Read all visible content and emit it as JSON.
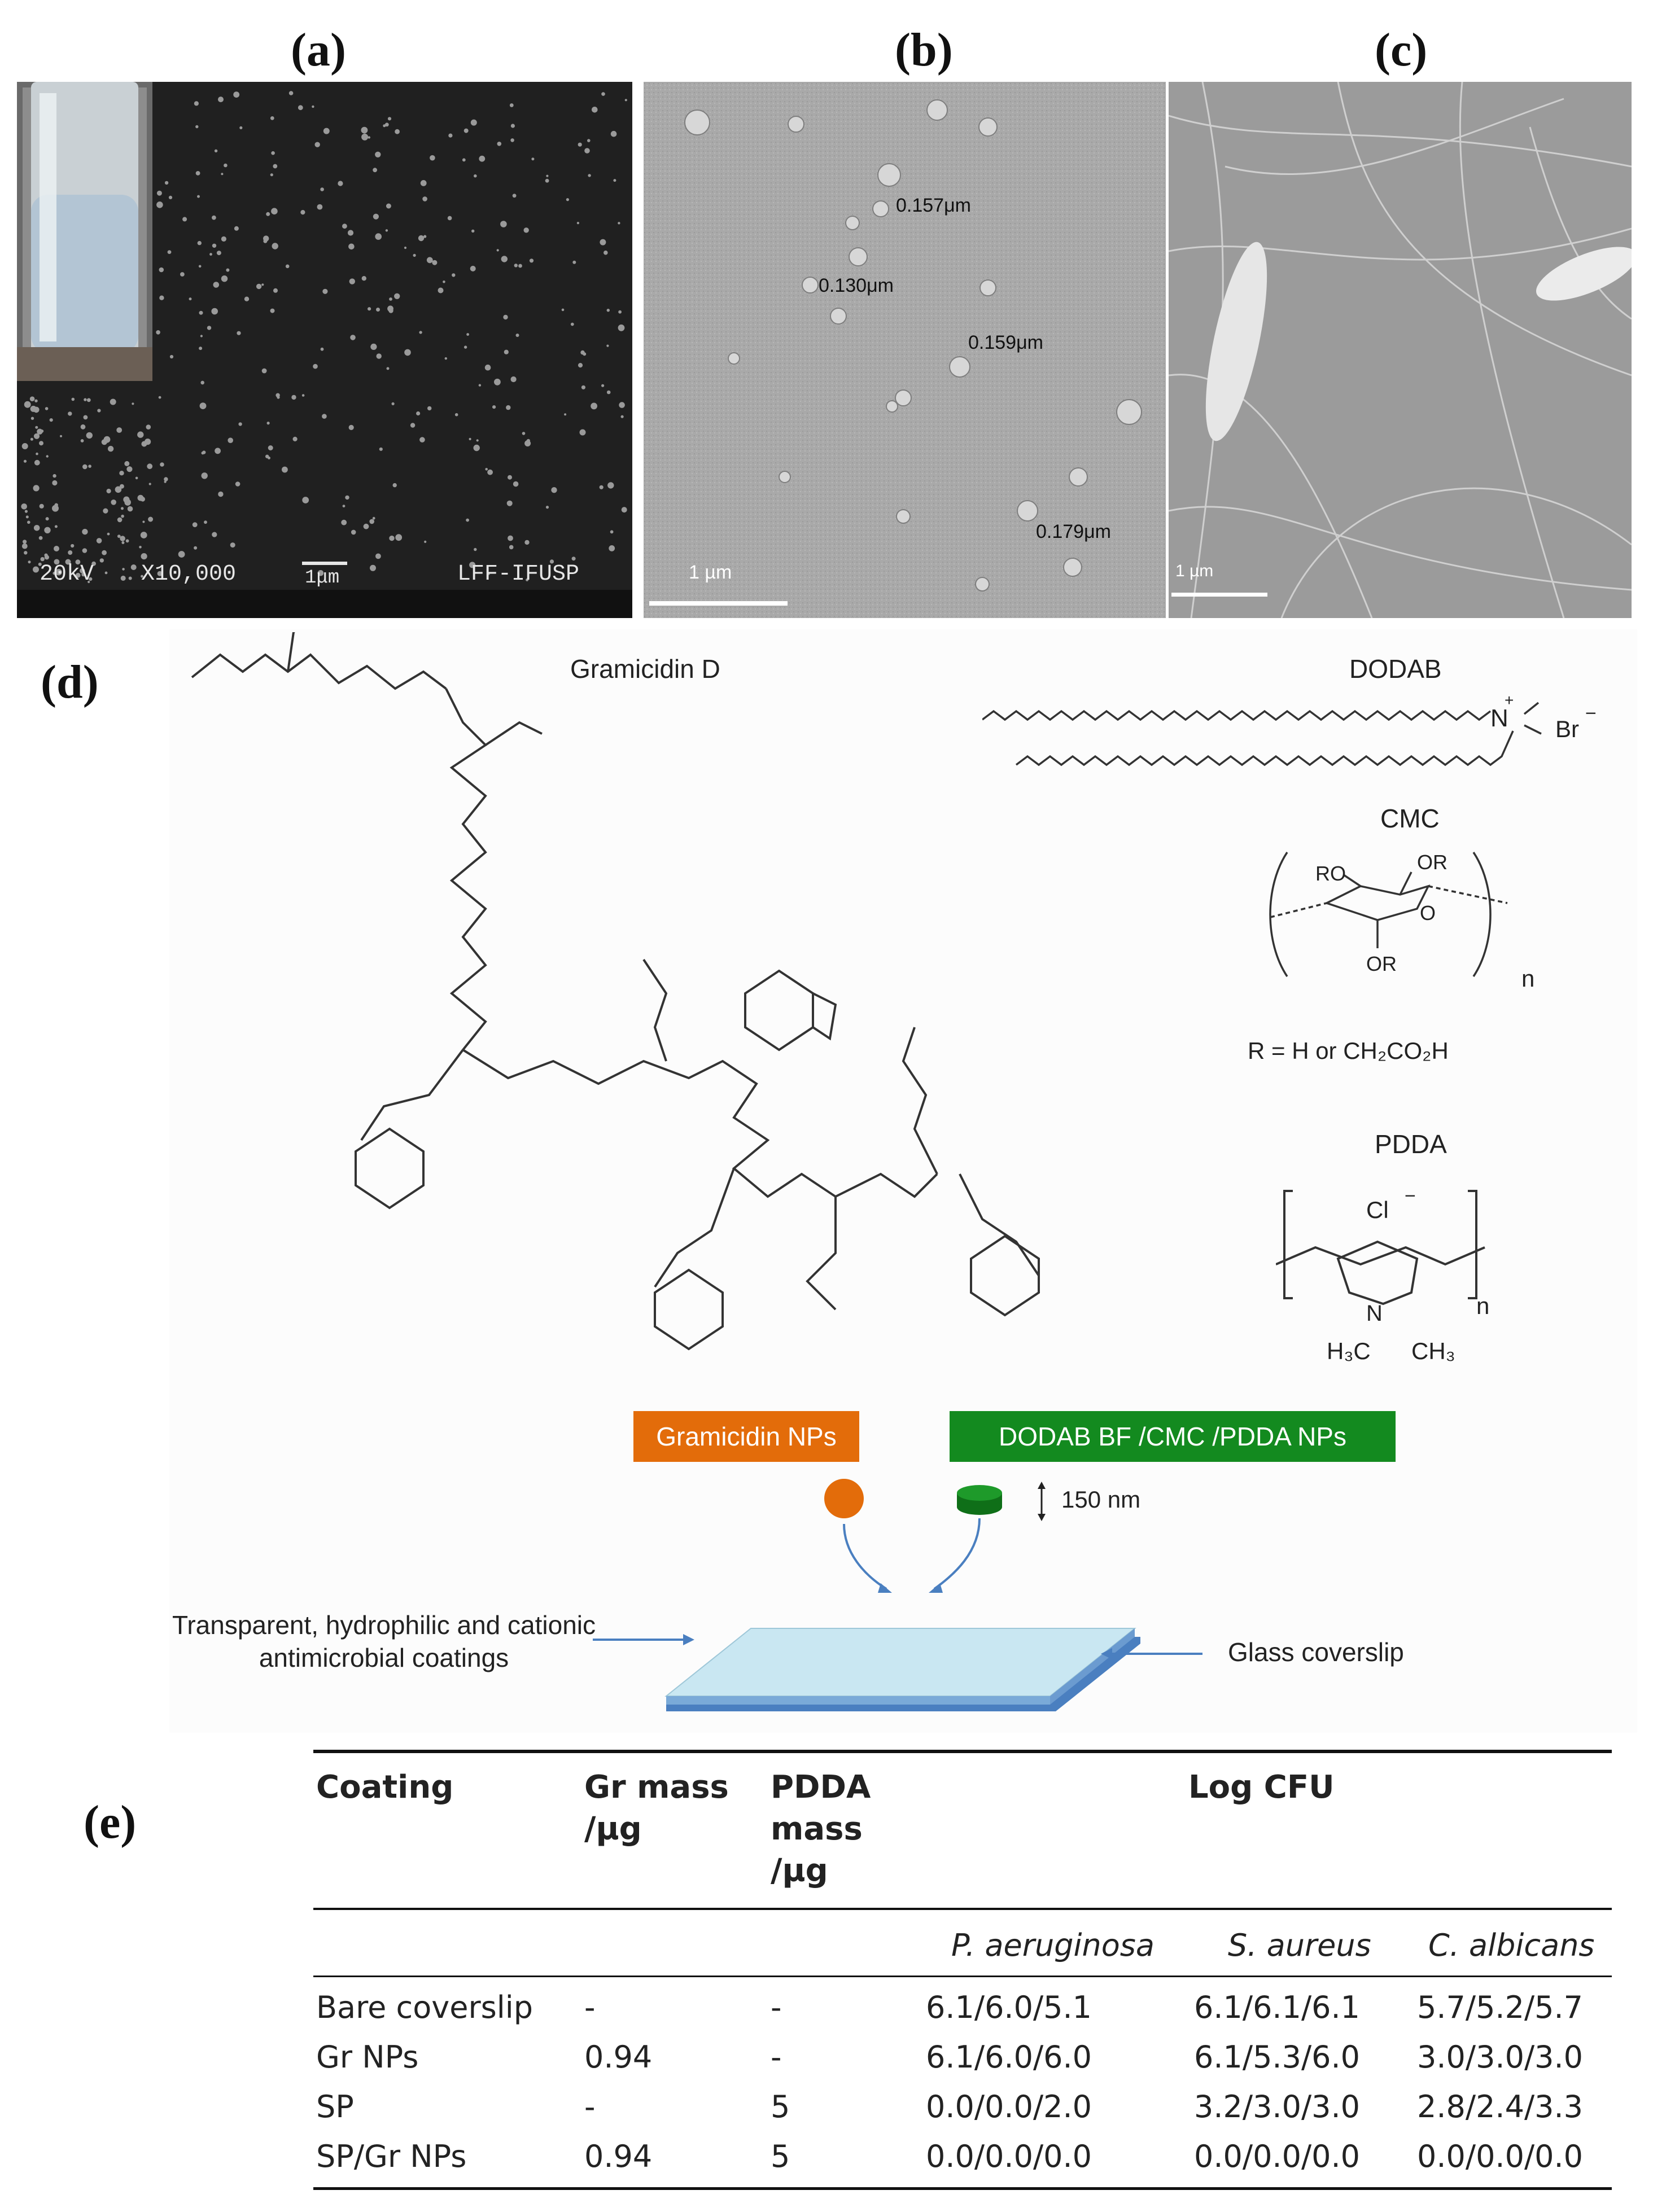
{
  "panels": {
    "a": {
      "label": "(a)",
      "sem_voltage": "20kV",
      "sem_mag": "X10,000",
      "sem_scale": "1μm",
      "sem_lab": "LFF-IFUSP"
    },
    "b": {
      "label": "(b)",
      "scale": "1 µm",
      "measurements": [
        "0.157μm",
        "0.130μm",
        "0.159μm",
        "0.179μm"
      ]
    },
    "c": {
      "label": "(c)",
      "scale": "1 µm"
    },
    "d": {
      "label": "(d)"
    },
    "e": {
      "label": "(e)"
    }
  },
  "chemistry": {
    "gramicidin_title": "Gramicidin D",
    "dodab_title": "DODAB",
    "dodab_counter": "Br",
    "cmc_title": "CMC",
    "cmc_r": "R = H  or  CH₂CO₂H",
    "pdda_title": "PDDA",
    "pdda_counter": "Cl",
    "pdda_h3c": "H₃C",
    "pdda_ch3": "CH₃",
    "repeat_n": "n"
  },
  "schematic": {
    "gramicidin_nps": "Gramicidin NPs",
    "dodab_nps": "DODAB BF /CMC /PDDA NPs",
    "thickness": "150 nm",
    "coating_label": "Transparent, hydrophilic and cationic antimicrobial coatings",
    "coverslip_label": "Glass coverslip",
    "colors": {
      "orange": "#e36c0a",
      "green": "#138a1f",
      "glass_top": "#c9e7f2",
      "glass_edge": "#4a7fc0"
    }
  },
  "table": {
    "headers": {
      "coating": "Coating",
      "gr_mass": "Gr mass /µg",
      "pdda_mass": "PDDA mass /µg",
      "log_cfu": "Log CFU"
    },
    "organisms": [
      "P. aeruginosa",
      "S. aureus",
      "C. albicans"
    ],
    "rows": [
      {
        "coating": "Bare coverslip",
        "gr": "-",
        "pdda": "-",
        "pa": "6.1/6.0/5.1",
        "sa": "6.1/6.1/6.1",
        "ca": "5.7/5.2/5.7"
      },
      {
        "coating": "Gr NPs",
        "gr": "0.94",
        "pdda": "-",
        "pa": "6.1/6.0/6.0",
        "sa": "6.1/5.3/6.0",
        "ca": "3.0/3.0/3.0"
      },
      {
        "coating": "SP",
        "gr": "-",
        "pdda": "5",
        "pa": "0.0/0.0/2.0",
        "sa": "3.2/3.0/3.0",
        "ca": "2.8/2.4/3.3"
      },
      {
        "coating": "SP/Gr NPs",
        "gr": "0.94",
        "pdda": "5",
        "pa": "0.0/0.0/0.0",
        "sa": "0.0/0.0/0.0",
        "ca": "0.0/0.0/0.0"
      }
    ]
  }
}
